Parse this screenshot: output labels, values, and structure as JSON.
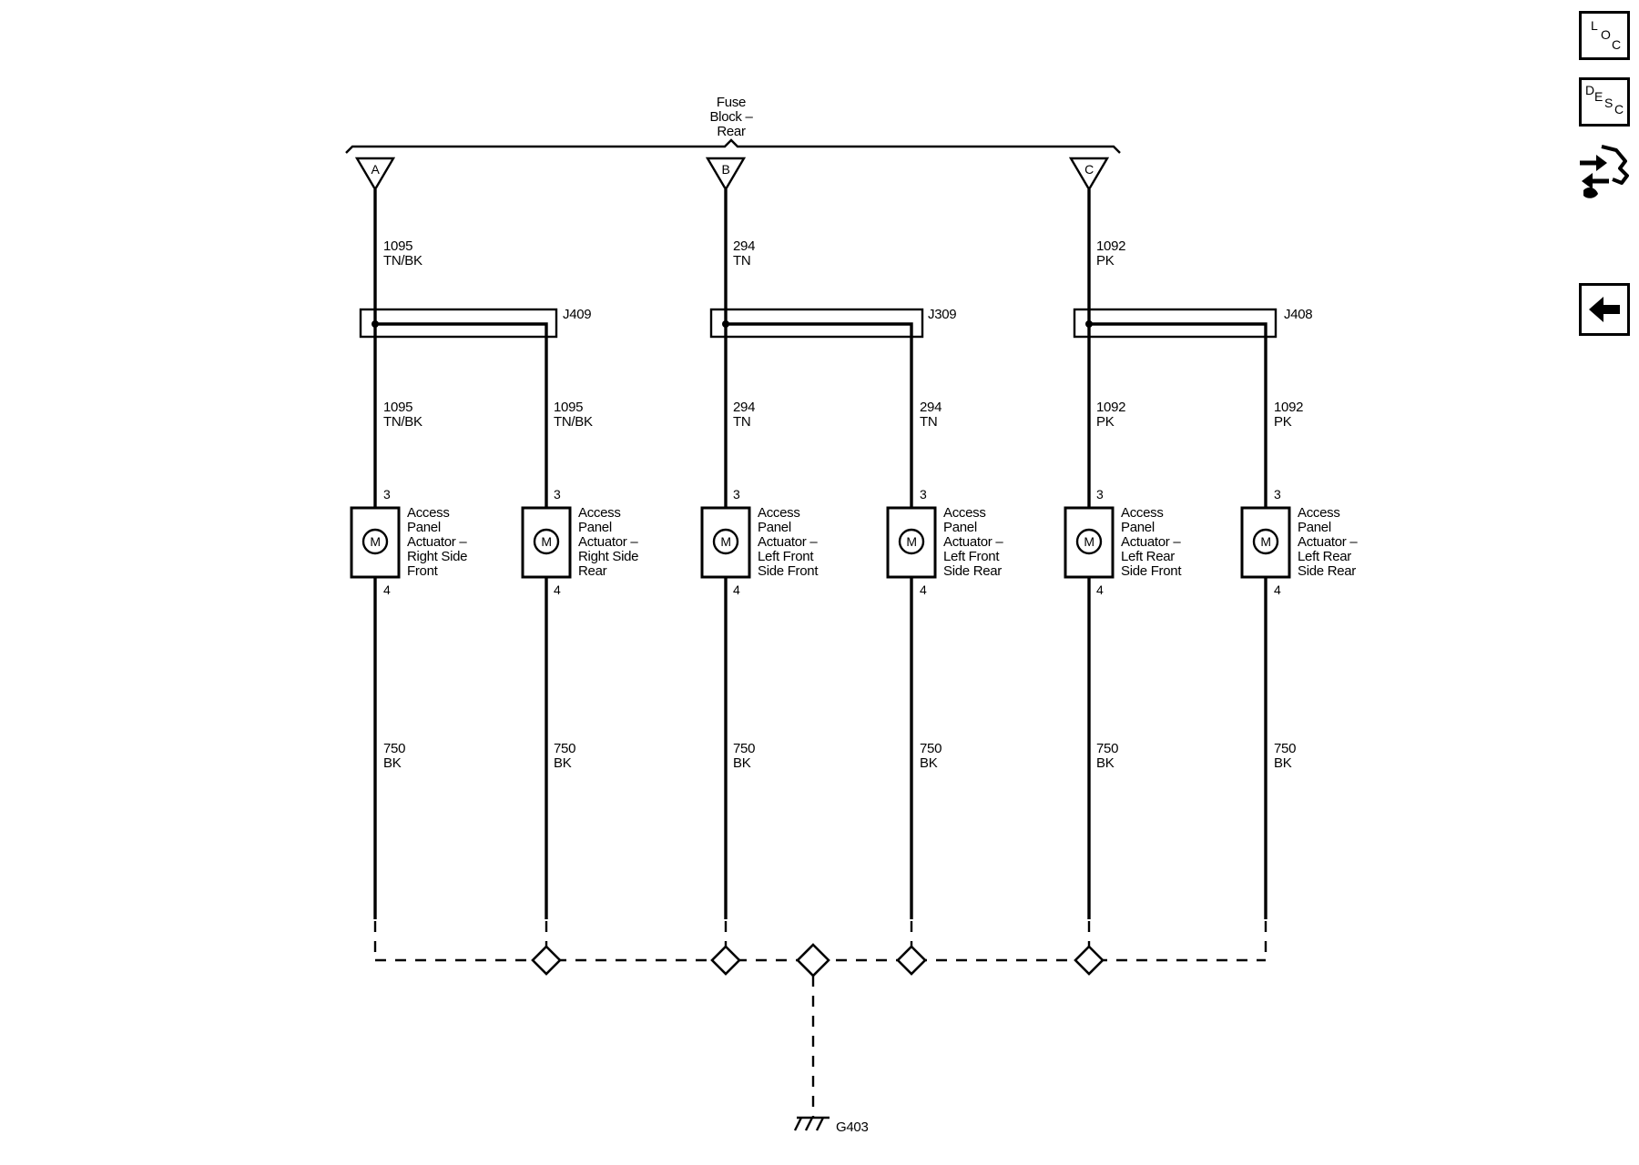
{
  "fuse_block": {
    "lines": [
      "Fuse",
      "Block –",
      "Rear"
    ]
  },
  "terminals": [
    "A",
    "B",
    "C"
  ],
  "feeds": [
    {
      "circuit": "1095",
      "color": "TN/BK"
    },
    {
      "circuit": "294",
      "color": "TN"
    },
    {
      "circuit": "1092",
      "color": "PK"
    }
  ],
  "splices": [
    "J409",
    "J309",
    "J408"
  ],
  "branches": [
    {
      "circuit": "1095",
      "color": "TN/BK"
    },
    {
      "circuit": "1095",
      "color": "TN/BK"
    },
    {
      "circuit": "294",
      "color": "TN"
    },
    {
      "circuit": "294",
      "color": "TN"
    },
    {
      "circuit": "1092",
      "color": "PK"
    },
    {
      "circuit": "1092",
      "color": "PK"
    }
  ],
  "actuators": [
    {
      "motor": "M",
      "pin_top": "3",
      "pin_bottom": "4",
      "name": [
        "Access",
        "Panel",
        "Actuator –",
        "Right Side",
        "Front"
      ]
    },
    {
      "motor": "M",
      "pin_top": "3",
      "pin_bottom": "4",
      "name": [
        "Access",
        "Panel",
        "Actuator –",
        "Right Side",
        "Rear"
      ]
    },
    {
      "motor": "M",
      "pin_top": "3",
      "pin_bottom": "4",
      "name": [
        "Access",
        "Panel",
        "Actuator –",
        "Left Front",
        "Side Front"
      ]
    },
    {
      "motor": "M",
      "pin_top": "3",
      "pin_bottom": "4",
      "name": [
        "Access",
        "Panel",
        "Actuator –",
        "Left Front",
        "Side Rear"
      ]
    },
    {
      "motor": "M",
      "pin_top": "3",
      "pin_bottom": "4",
      "name": [
        "Access",
        "Panel",
        "Actuator –",
        "Left Rear",
        "Side Front"
      ]
    },
    {
      "motor": "M",
      "pin_top": "3",
      "pin_bottom": "4",
      "name": [
        "Access",
        "Panel",
        "Actuator –",
        "Left Rear",
        "Side Rear"
      ]
    }
  ],
  "grounds": [
    {
      "circuit": "750",
      "color": "BK"
    },
    {
      "circuit": "750",
      "color": "BK"
    },
    {
      "circuit": "750",
      "color": "BK"
    },
    {
      "circuit": "750",
      "color": "BK"
    },
    {
      "circuit": "750",
      "color": "BK"
    },
    {
      "circuit": "750",
      "color": "BK"
    }
  ],
  "ground_point": "G403",
  "sidebar": {
    "loc": {
      "l": "L",
      "o": "O",
      "c": "C"
    },
    "desc": {
      "d": "D",
      "e": "E",
      "s": "S",
      "c": "C"
    },
    "connector_icon": "connector-tool-icon",
    "back_icon": "back-arrow-icon"
  }
}
